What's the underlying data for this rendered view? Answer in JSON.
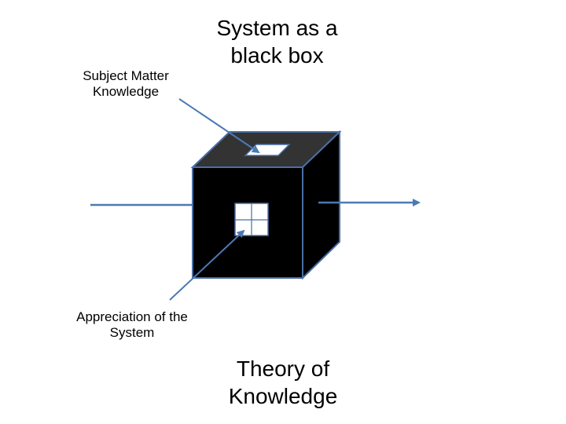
{
  "labels": {
    "subject_matter": "Subject Matter\nKnowledge",
    "appreciation": "Appreciation of the\nSystem",
    "title": "System as a\nblack box",
    "theory": "Theory of\nKnowledge"
  },
  "colors": {
    "box_fill": "#000000",
    "top_face_fill": "#333333",
    "edge_stroke": "#4a6fa5",
    "arrow_stroke": "#4a7ab5",
    "window_fill": "#ffffff",
    "background": "#ffffff"
  }
}
